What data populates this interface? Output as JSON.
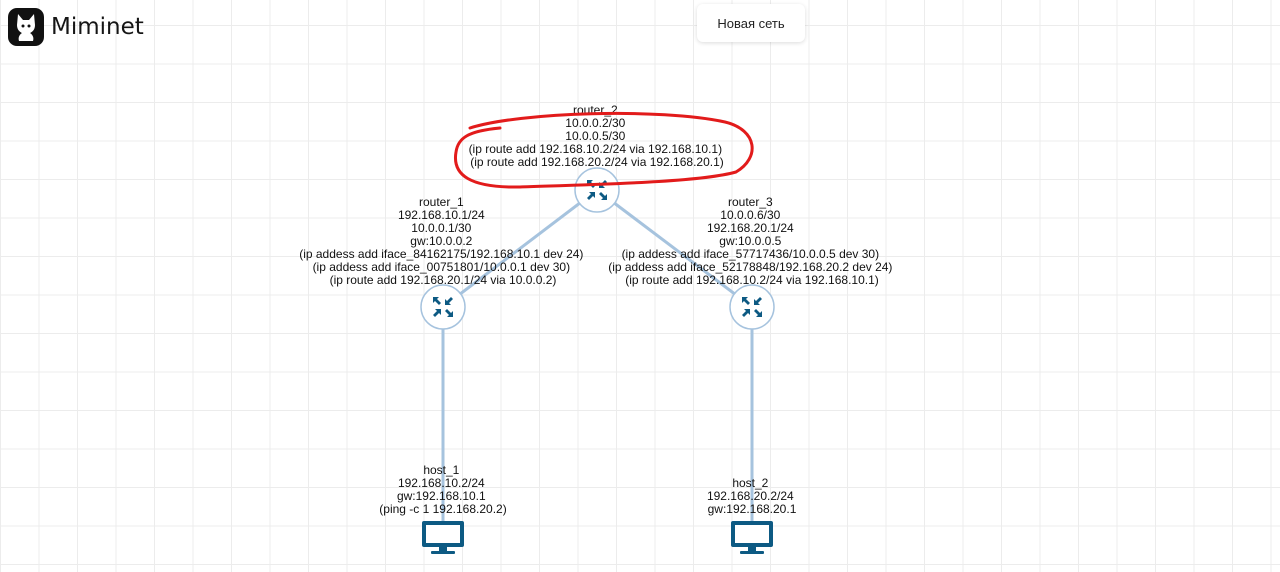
{
  "app": {
    "name": "Miminet"
  },
  "toolbar": {
    "new_network_label": "Новая сеть"
  },
  "colors": {
    "link": "#a6c3de",
    "device": "#0d5a83",
    "annotation": "#e21b1b"
  },
  "nodes": {
    "router_2": {
      "icon": "router-icon",
      "lines": [
        "router_2",
        "10.0.0.2/30",
        "10.0.0.5/30",
        "(ip route add 192.168.10.2/24 via 192.168.10.1)",
        "(ip route add 192.168.20.2/24 via 192.168.20.1)"
      ]
    },
    "router_1": {
      "icon": "router-icon",
      "lines": [
        "router_1",
        "192.168.10.1/24",
        "10.0.0.1/30",
        "gw:10.0.0.2",
        "(ip addess add iface_84162175/192.168.10.1 dev 24)",
        "(ip addess add iface_00751801/10.0.0.1 dev 30)",
        "(ip route add 192.168.20.1/24 via 10.0.0.2)"
      ]
    },
    "router_3": {
      "icon": "router-icon",
      "lines": [
        "router_3",
        "10.0.0.6/30",
        "192.168.20.1/24",
        "gw:10.0.0.5",
        "(ip addess add iface_57717436/10.0.0.5 dev 30)",
        "(ip addess add iface_52178848/192.168.20.2 dev 24)",
        "(ip route add 192.168.10.2/24 via 192.168.10.1)"
      ]
    },
    "host_1": {
      "icon": "monitor-icon",
      "lines": [
        "host_1",
        "192.168.10.2/24",
        "gw:192.168.10.1",
        "(ping -c 1 192.168.20.2)"
      ]
    },
    "host_2": {
      "icon": "monitor-icon",
      "lines": [
        "host_2",
        "192.168.20.2/24",
        "gw:192.168.20.1"
      ]
    }
  }
}
